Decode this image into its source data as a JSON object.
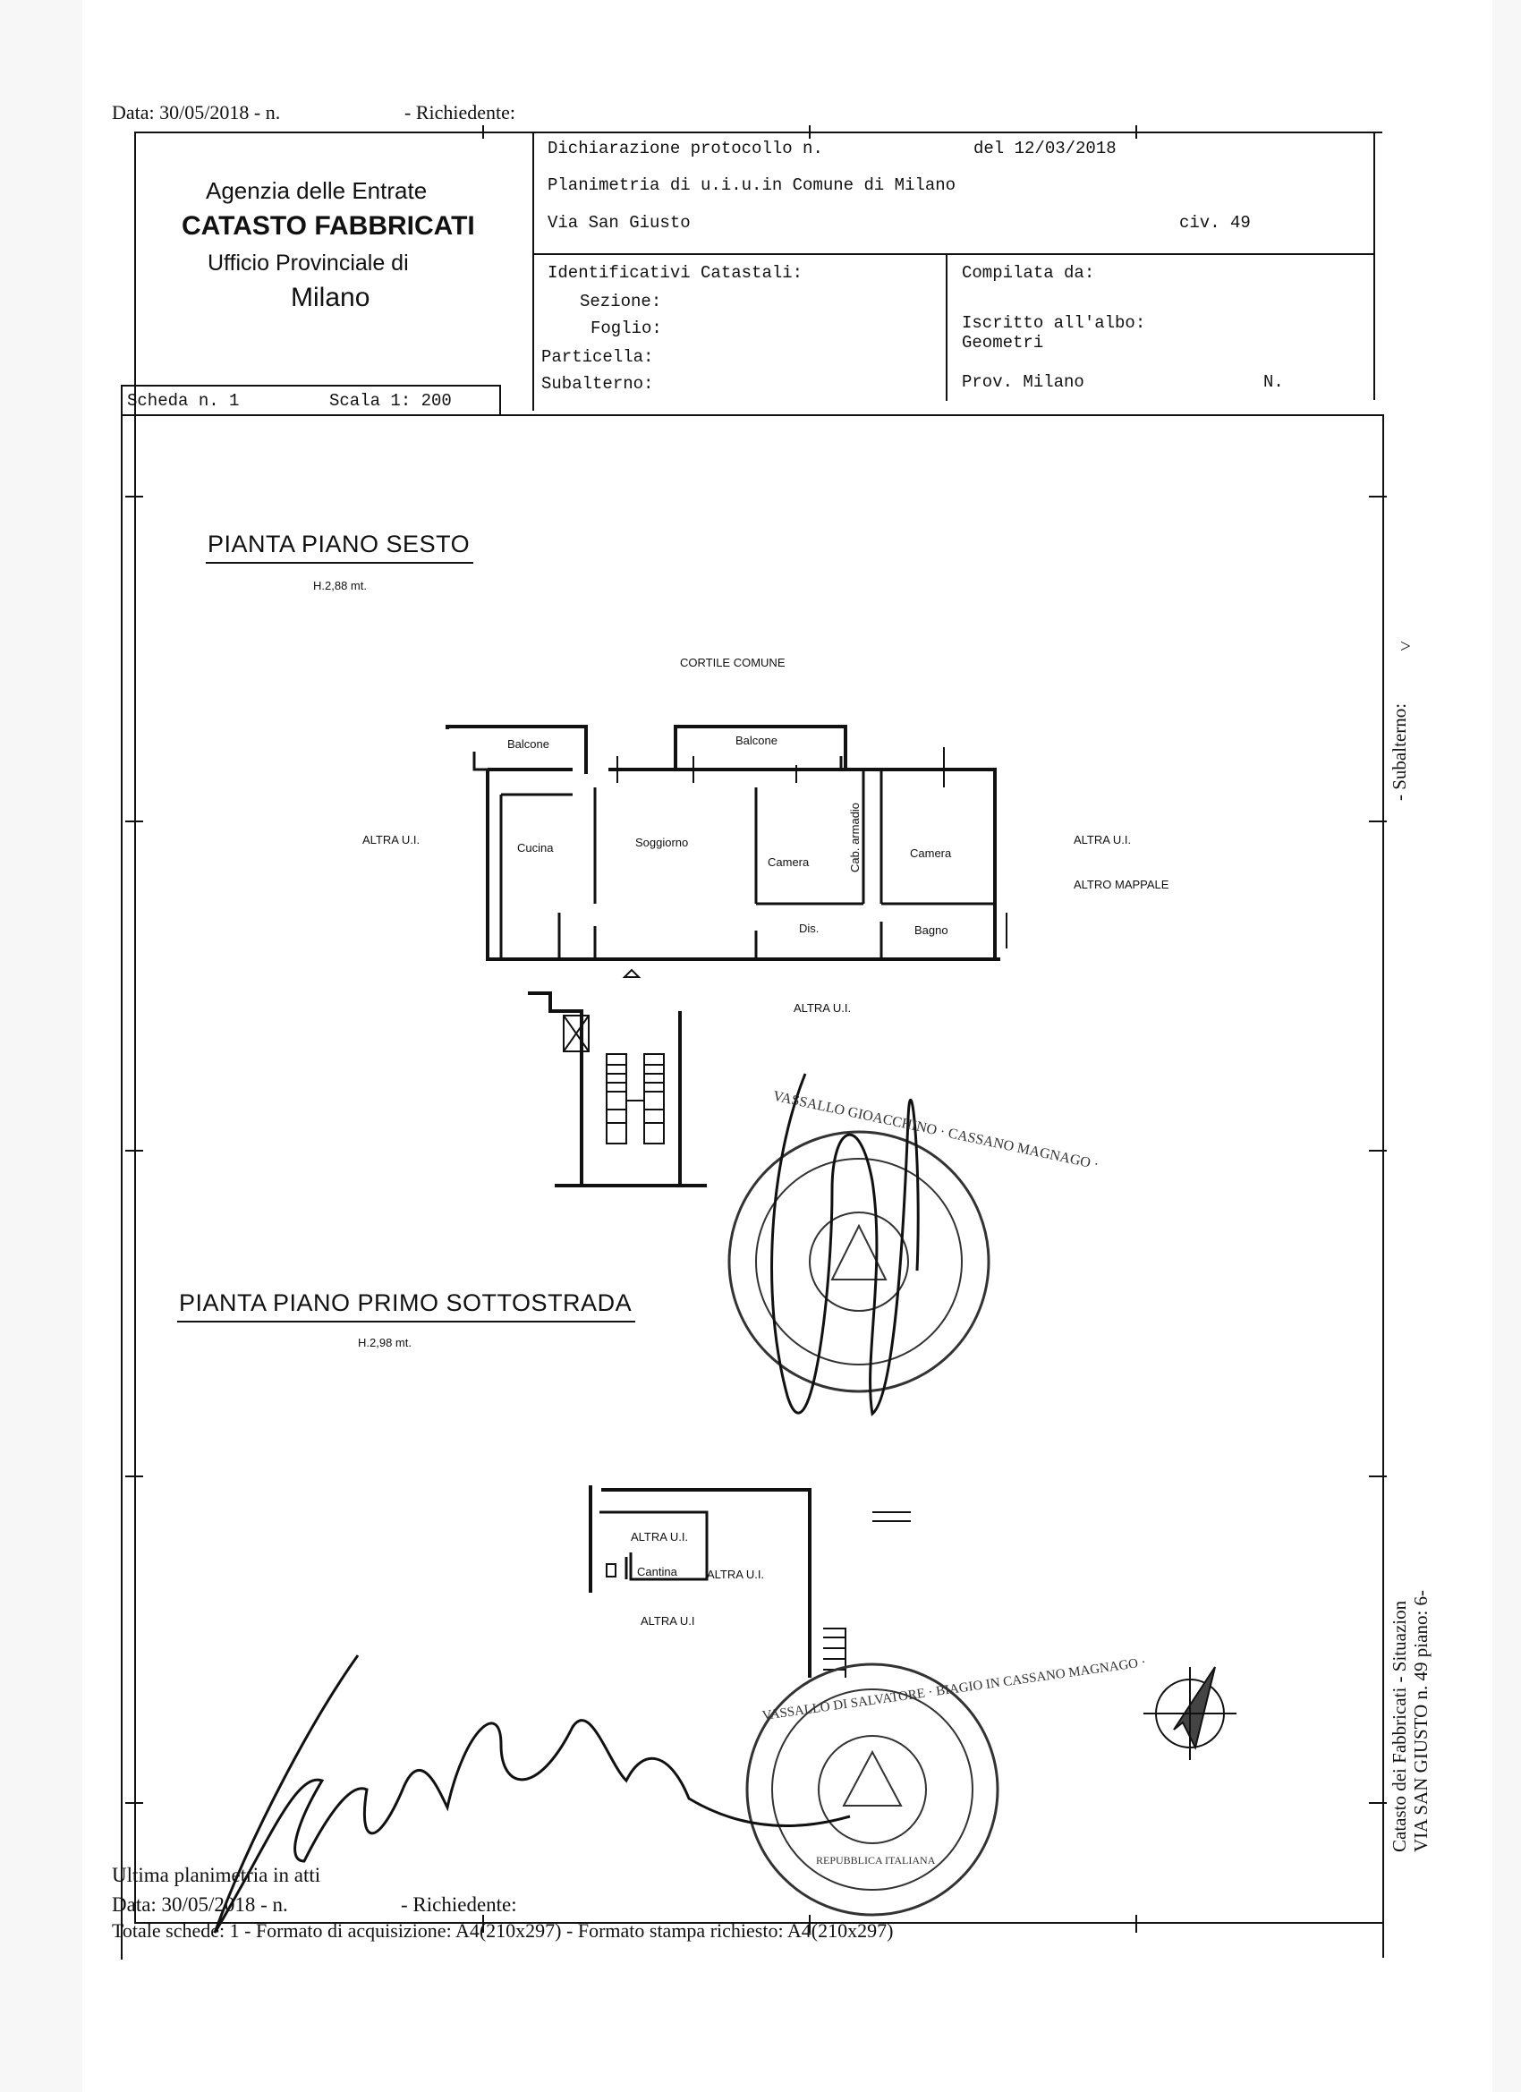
{
  "top_line": {
    "data_label": "Data: 30/05/2018 - n.",
    "richiedente_label": "- Richiedente:"
  },
  "agency": {
    "line1": "Agenzia delle Entrate",
    "line2": "CATASTO FABBRICATI",
    "line3": "Ufficio Provinciale di",
    "line4": "Milano"
  },
  "header": {
    "dichiarazione": "Dichiarazione protocollo n.",
    "del": "del 12/03/2018",
    "planimetria": "Planimetria di u.i.u.in Comune di Milano",
    "via": "Via San Giusto",
    "civ": "civ. 49",
    "identificativi": "Identificativi Catastali:",
    "sezione": "Sezione:",
    "foglio": "Foglio:",
    "particella": "Particella:",
    "subalterno": "Subalterno:",
    "compilata": "Compilata da:",
    "iscritto": "Iscritto all'albo:",
    "geometri": "Geometri",
    "prov": "Prov. Milano",
    "n": "N.",
    "scheda": "Scheda n. 1",
    "scala": "Scala 1: 200"
  },
  "plan1": {
    "title": "PIANTA PIANO SESTO",
    "height": "H.2,88 mt.",
    "cortile": "CORTILE COMUNE",
    "balcone_left": "Balcone",
    "balcone_right": "Balcone",
    "altra_left": "ALTRA U.I.",
    "cucina": "Cucina",
    "soggiorno": "Soggiorno",
    "camera1": "Camera",
    "cab": "Cab. armadio",
    "camera2": "Camera",
    "altra_right": "ALTRA U.I.",
    "altro_mappale": "ALTRO MAPPALE",
    "dis": "Dis.",
    "bagno": "Bagno",
    "altra_bottom": "ALTRA U.I."
  },
  "plan2": {
    "title": "PIANTA PIANO PRIMO SOTTOSTRADA",
    "height": "H.2,98 mt.",
    "altra_top": "ALTRA U.I.",
    "cantina": "Cantina",
    "altra_right": "ALTRA U.I.",
    "altra_bottom": "ALTRA U.I"
  },
  "side": {
    "subalterno": "- Subalterno:",
    "catasto_line1": "Catasto dei Fabbricati - Situazion",
    "catasto_line2": "VIA SAN GIUSTO n. 49 piano: 6-"
  },
  "stamps": {
    "stamp1": "VASSALLO GIOACCHINO · CASSANO MAGNAGO ·",
    "stamp2": "VASSALLO DI SALVATORE · BIAGIO IN CASSANO MAGNAGO ·",
    "stamp2_inner": "REPUBBLICA ITALIANA"
  },
  "footer": {
    "ultima": "Ultima planimetria in atti",
    "data_label": "Data: 30/05/2018 - n.",
    "richiedente_label": "- Richiedente:",
    "totale": "Totale schede: 1 - Formato di acquisizione: A4(210x297) - Formato stampa richiesto: A4(210x297)"
  }
}
